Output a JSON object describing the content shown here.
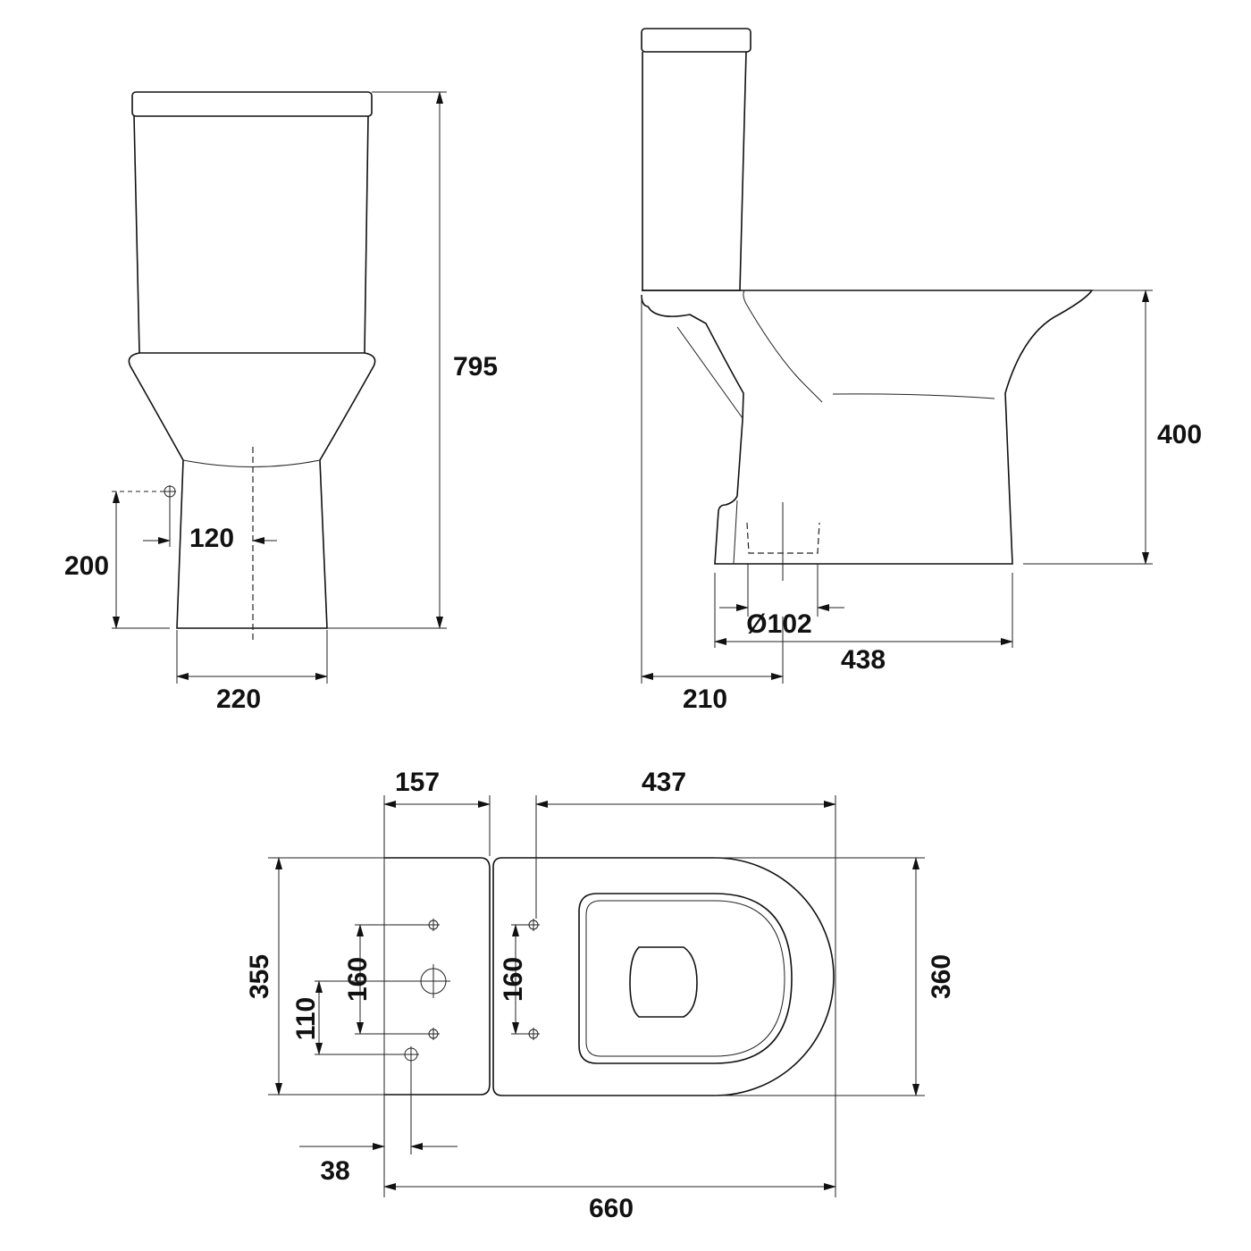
{
  "title": "Close-coupled toilet technical drawing",
  "front_view": {
    "height_total": "795",
    "inlet_height": "200",
    "inlet_offset": "120",
    "base_width": "220"
  },
  "side_view": {
    "bowl_height": "400",
    "outlet_diameter": "Ø102",
    "base_depth": "438",
    "outlet_setback": "210"
  },
  "top_view": {
    "tank_depth": "157",
    "bowl_length": "437",
    "tank_width": "355",
    "bowl_width": "360",
    "tank_fixing_spacing": "160",
    "inlet_offset": "110",
    "bowl_fixing_spacing": "160",
    "inlet_from_wall": "38",
    "overall_length": "660"
  },
  "colors": {
    "line": "#111111",
    "background": "#ffffff"
  }
}
